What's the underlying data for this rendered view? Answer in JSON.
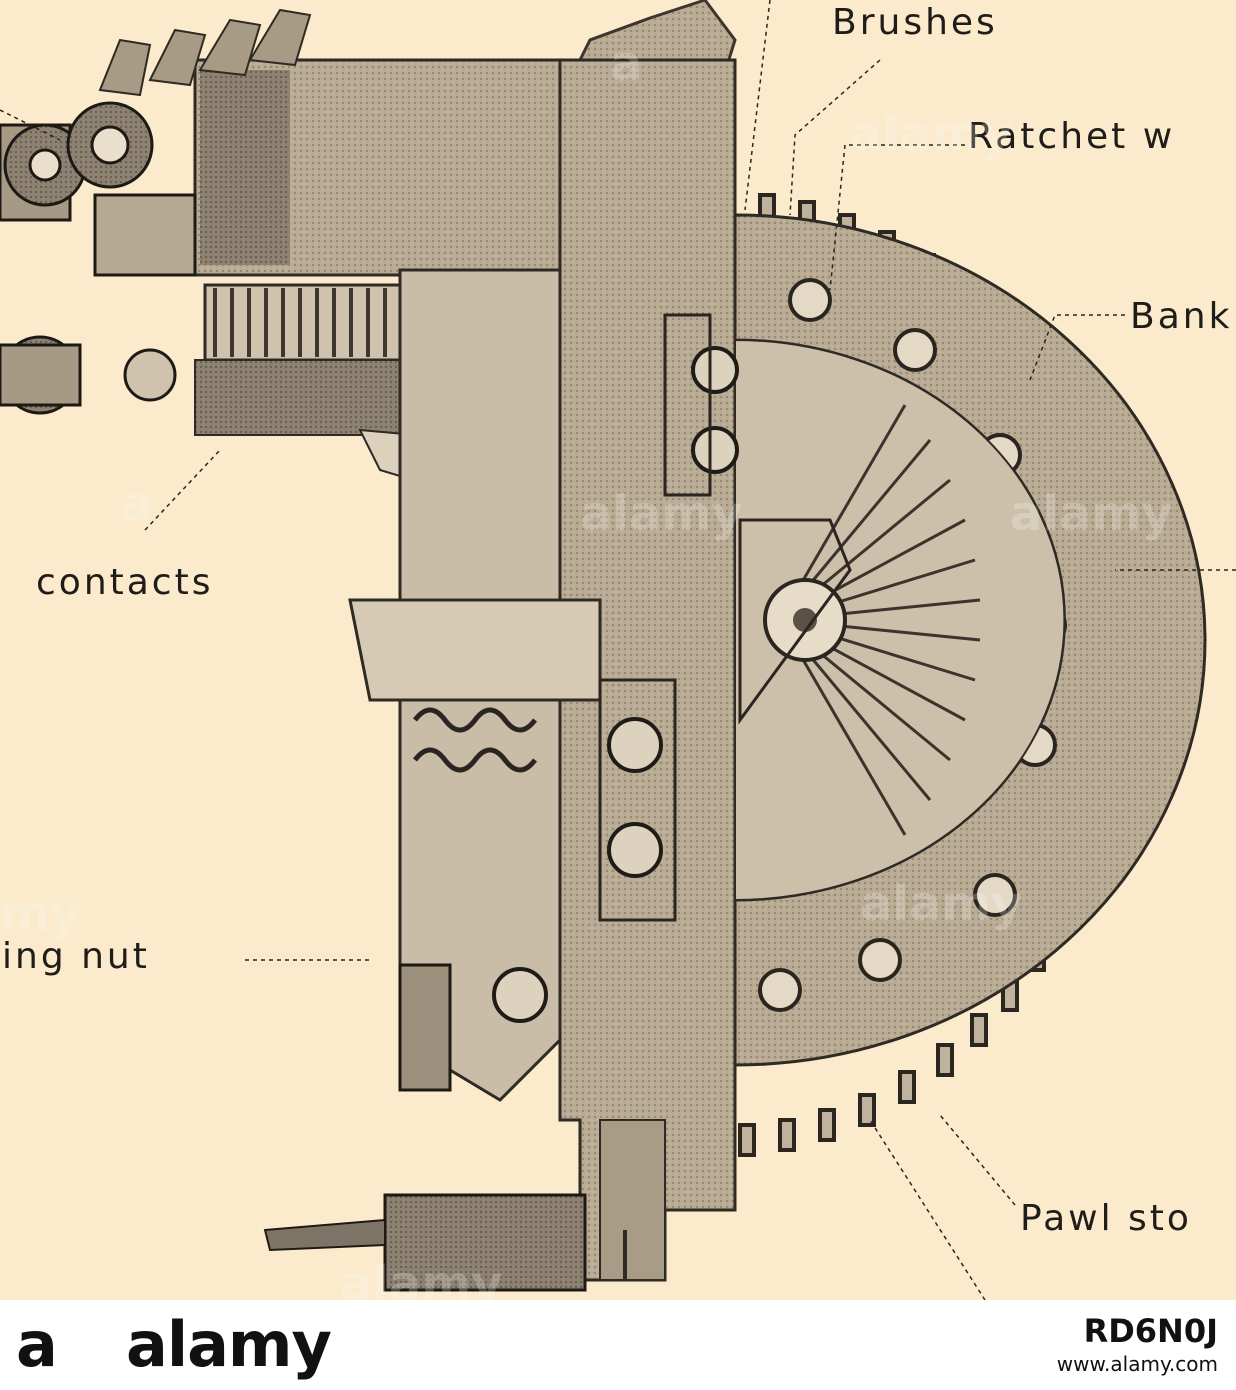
{
  "figure": {
    "labels": {
      "brushes": "Brushes",
      "ratchet": "Ratchet w",
      "bank": "Bank",
      "contacts": "contacts",
      "nut": "ing nut",
      "pawl": "Pawl sto"
    }
  },
  "footer": {
    "logo_a": "a",
    "logo_b": "alamy",
    "stock_id": "RD6N0J",
    "url": "www.alamy.com"
  },
  "colors": {
    "paper": "#fbeacb",
    "ink": "#1e1d1a",
    "metal": "#c2b59e"
  }
}
